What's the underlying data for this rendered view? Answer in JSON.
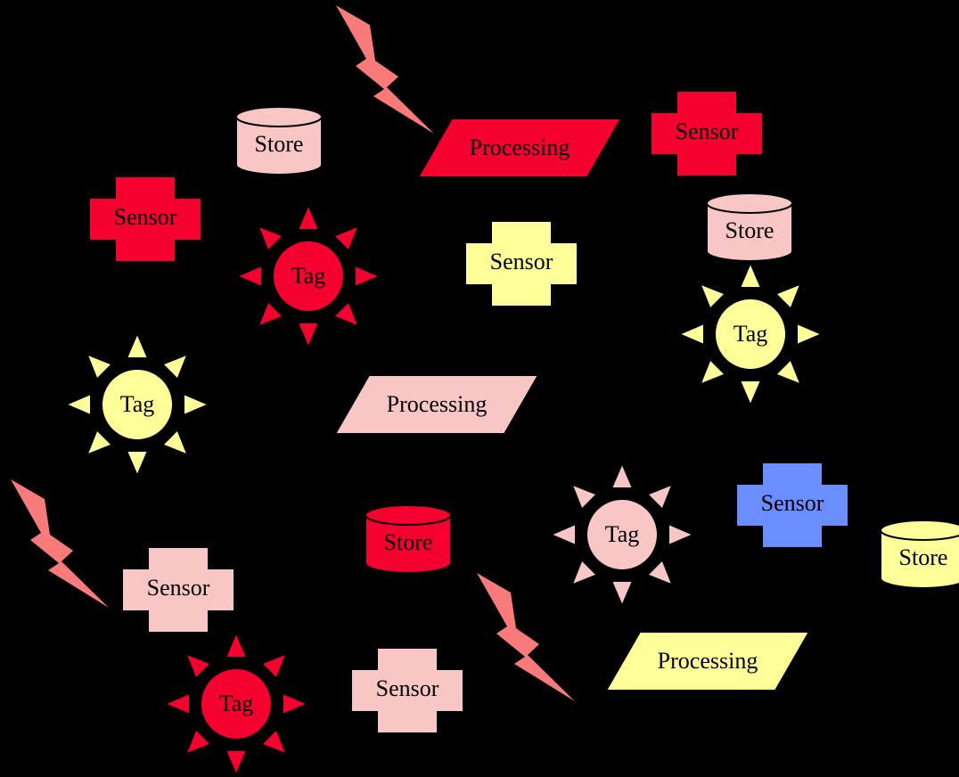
{
  "colors": {
    "background": "#000000",
    "red": "#F5002F",
    "pink": "#F9C6C6",
    "yellow": "#FFFF99",
    "blue": "#6A8DFF",
    "salmon": "#F87A7A"
  },
  "labels": {
    "store": "Store",
    "sensor": "Sensor",
    "tag": "Tag",
    "processing": "Processing",
    "comm": "Comm"
  },
  "shapes": [
    {
      "id": "comm-1",
      "kind": "comm",
      "color": "salmon"
    },
    {
      "id": "store-1",
      "kind": "store",
      "color": "pink"
    },
    {
      "id": "processing-1",
      "kind": "processing",
      "color": "red"
    },
    {
      "id": "sensor-1",
      "kind": "sensor",
      "color": "red"
    },
    {
      "id": "sensor-2",
      "kind": "sensor",
      "color": "red"
    },
    {
      "id": "store-2",
      "kind": "store",
      "color": "pink"
    },
    {
      "id": "tag-1",
      "kind": "tag",
      "color": "red"
    },
    {
      "id": "sensor-3",
      "kind": "sensor",
      "color": "yellow"
    },
    {
      "id": "tag-2",
      "kind": "tag",
      "color": "yellow"
    },
    {
      "id": "tag-3",
      "kind": "tag",
      "color": "yellow"
    },
    {
      "id": "processing-2",
      "kind": "processing",
      "color": "pink"
    },
    {
      "id": "comm-2",
      "kind": "comm",
      "color": "salmon"
    },
    {
      "id": "store-3",
      "kind": "store",
      "color": "red"
    },
    {
      "id": "tag-4",
      "kind": "tag",
      "color": "pink"
    },
    {
      "id": "sensor-4",
      "kind": "sensor",
      "color": "blue"
    },
    {
      "id": "store-4",
      "kind": "store",
      "color": "yellow"
    },
    {
      "id": "sensor-5",
      "kind": "sensor",
      "color": "pink"
    },
    {
      "id": "comm-3",
      "kind": "comm",
      "color": "salmon"
    },
    {
      "id": "processing-3",
      "kind": "processing",
      "color": "yellow"
    },
    {
      "id": "tag-5",
      "kind": "tag",
      "color": "red"
    },
    {
      "id": "sensor-6",
      "kind": "sensor",
      "color": "pink"
    }
  ]
}
